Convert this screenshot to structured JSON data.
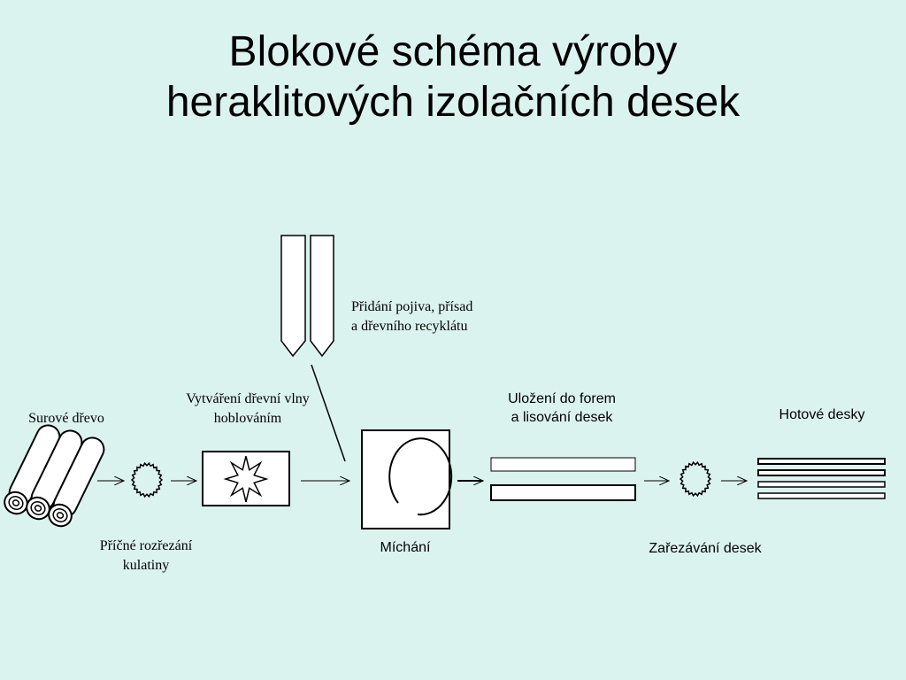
{
  "title": {
    "line1": "Blokové schéma výroby",
    "line2": "heraklitových izolačních desek"
  },
  "diagram": {
    "raw_wood": "Surové dřevo",
    "cross_cut": {
      "line1": "Příčné rozřezání",
      "line2": "kulatiny"
    },
    "wool_making": {
      "line1": "Vytváření dřevní vlny",
      "line2": "hoblováním"
    },
    "additives": {
      "line1": "Přidání pojiva, přísad",
      "line2": "a dřevního recyklátu"
    },
    "mixing": "Míchání",
    "molding": {
      "line1": "Uložení do forem",
      "line2": "a lisování desek"
    },
    "trimming": "Zařezávání desek",
    "finished": "Hotové desky"
  }
}
